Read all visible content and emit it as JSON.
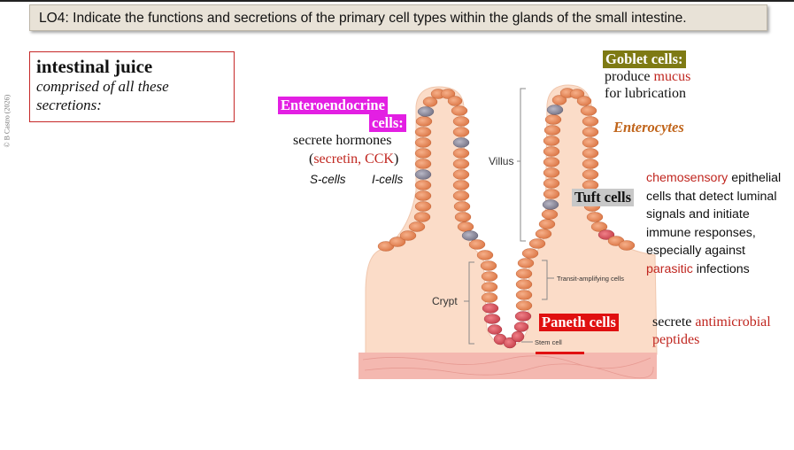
{
  "header": {
    "lo_label": "LO4",
    "lo_text": ": Indicate the functions and secretions of the primary cell types within the glands of the small intestine."
  },
  "copyright": "© B Castro (2026)",
  "juice": {
    "title": "intestinal juice",
    "subtitle_line1": "comprised of all these",
    "subtitle_line2": "secretions:"
  },
  "enteroendocrine": {
    "label_line1": "Enteroendocrine",
    "label_line2": "cells:",
    "desc_line1": "secrete hormones",
    "desc_open": "(",
    "desc_hormones": "secretin, CCK",
    "desc_close": ")",
    "s_cells": "S-cells",
    "i_cells": "I-cells"
  },
  "goblet": {
    "label": "Goblet cells:",
    "desc_prefix": "produce ",
    "desc_mucus": "mucus",
    "desc_line2": "for lubrication"
  },
  "enterocytes": {
    "label": "Enterocytes"
  },
  "tuft": {
    "label": "Tuft cells",
    "line1_red": "chemosensory",
    "line1_rest": " epithelial",
    "line2": "cells that detect luminal",
    "line3": "signals and initiate",
    "line4": "immune responses,",
    "line5": "especially against",
    "line6_red": "parasitic",
    "line6_rest": " infections"
  },
  "paneth": {
    "label": "Paneth cells",
    "desc_prefix": "secrete ",
    "desc_red1": "antimicrobial",
    "desc_red2": "peptides"
  },
  "diagram_labels": {
    "villus": "Villus",
    "crypt": "Crypt",
    "transit": "Transit-amplifying cells",
    "stem": "Stem cell"
  },
  "colors": {
    "highlight_enteroendocrine": "#e31fe3",
    "highlight_goblet": "#7e7a14",
    "highlight_tuft": "#c8c8c8",
    "highlight_paneth": "#e01010",
    "red_text": "#c0261f",
    "enterocytes_text": "#c0641a",
    "tissue": "#fbdcc8",
    "cell_orange": "#e8895e",
    "cell_gray": "#8e8c9e",
    "cell_red": "#d9505a"
  }
}
